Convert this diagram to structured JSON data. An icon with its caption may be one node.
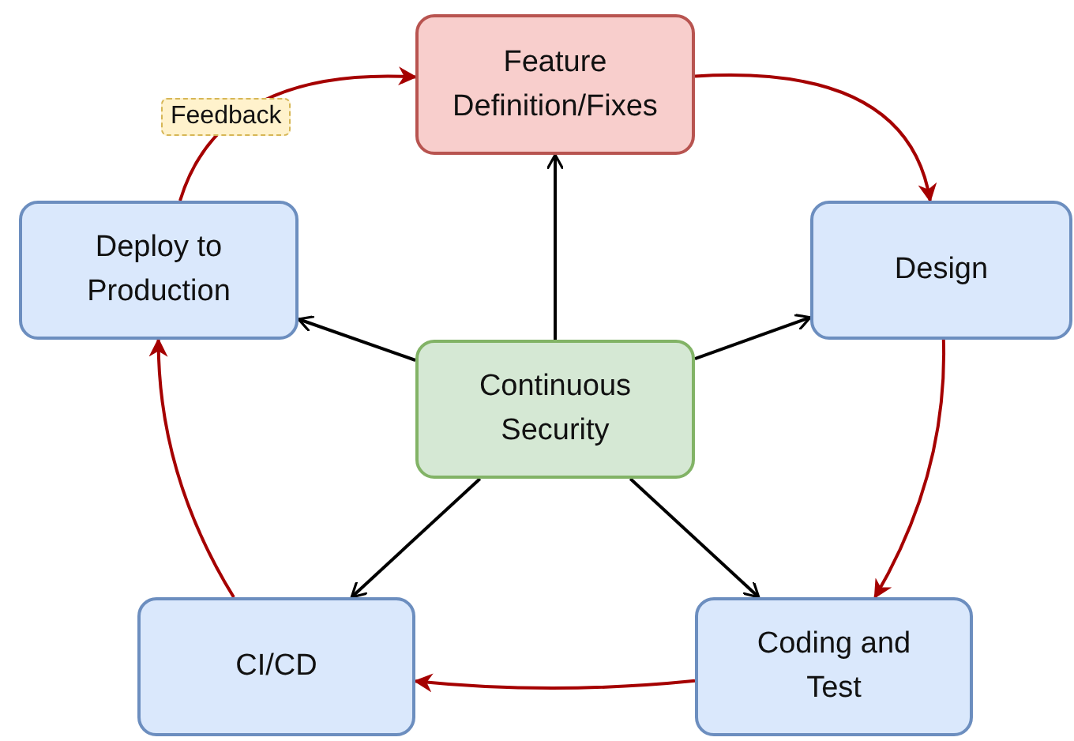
{
  "diagram": {
    "nodes": [
      {
        "text": [
          "Feature Definition/Fixes"
        ]
      },
      {
        "text": [
          "Deploy to Production"
        ]
      },
      {
        "text": [
          "Design"
        ]
      },
      {
        "text": [
          "Continuous Security"
        ]
      },
      {
        "text": [
          "CI/CD"
        ]
      },
      {
        "text": [
          "Coding and Test"
        ]
      }
    ],
    "edges": [
      {
        "from": 0,
        "to": 2,
        "arrow": "to",
        "color": "#a50000"
      },
      {
        "from": 2,
        "to": 5,
        "arrow": "to",
        "color": "#a50000"
      },
      {
        "from": 5,
        "to": 4,
        "arrow": "to",
        "color": "#a50000"
      },
      {
        "from": 4,
        "to": 1,
        "arrow": "to",
        "color": "#a50000"
      },
      {
        "from": 1,
        "to": 0,
        "arrow": "to",
        "color": "#a50000",
        "label": "Feedback"
      },
      {
        "from": 3,
        "to": 0,
        "arrow": "to",
        "color": "#000000"
      },
      {
        "from": 3,
        "to": 1,
        "arrow": "to",
        "color": "#000000"
      },
      {
        "from": 3,
        "to": 2,
        "arrow": "to",
        "color": "#000000"
      },
      {
        "from": 3,
        "to": 4,
        "arrow": "to",
        "color": "#000000"
      },
      {
        "from": 3,
        "to": 5,
        "arrow": "to",
        "color": "#000000"
      }
    ]
  }
}
